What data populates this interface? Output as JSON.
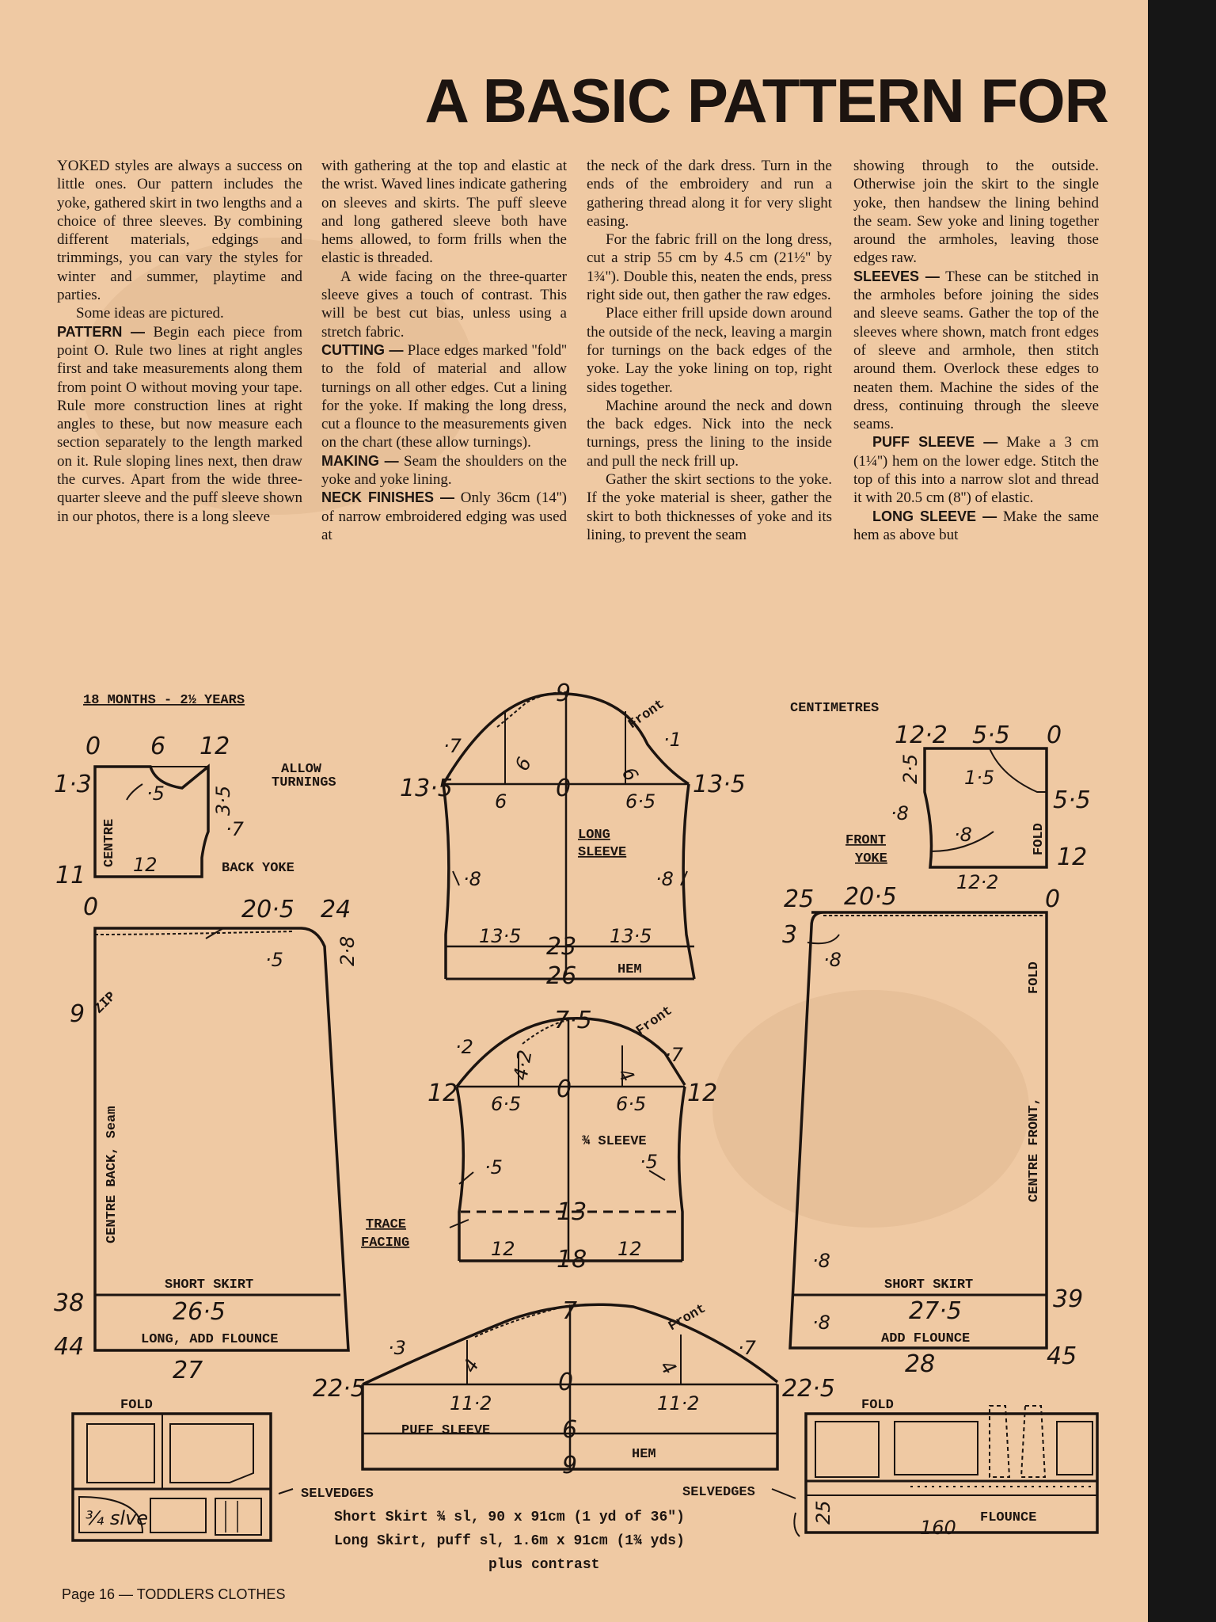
{
  "title": "A BASIC PATTERN FOR",
  "columns": {
    "c1": [
      {
        "text": "YOKED styles are always a success on little ones. Our pattern includes the yoke, gathered skirt in two lengths and a choice of three sleeves. By combining different materials, edgings and trimmings, you can vary the styles for winter and summer, playtime and parties."
      },
      {
        "text": "Some ideas are pictured.",
        "indent": true
      },
      {
        "head": "PATTERN —",
        "text": " Begin each piece from point O. Rule two lines at right angles first and take measurements along them from point O without moving your tape. Rule more construction lines at right angles to these, but now measure each section separately to the length marked on it. Rule sloping lines next, then draw the curves. Apart from the wide three-quarter sleeve and the puff sleeve shown in our photos, there is a long sleeve"
      }
    ],
    "c2": [
      {
        "text": "with gathering at the top and elastic at the wrist. Waved lines indicate gathering on sleeves and skirts. The puff sleeve and long gathered sleeve both have hems allowed, to form frills when the elastic is threaded."
      },
      {
        "text": "A wide facing on the three-quarter sleeve gives a touch of contrast. This will be best cut bias, unless using a stretch fabric.",
        "indent": true
      },
      {
        "head": "CUTTING —",
        "text": " Place edges marked ''fold'' to the fold of material and allow turnings on all other edges. Cut a lining for the yoke. If making the long dress, cut a flounce to the measurements given on the chart (these allow turnings)."
      },
      {
        "head": "MAKING —",
        "text": " Seam the shoulders on the yoke and yoke lining."
      },
      {
        "head": "NECK FINISHES —",
        "text": " Only 36cm (14'') of narrow embroidered edging was used at"
      }
    ],
    "c3": [
      {
        "text": "the neck of the dark dress. Turn in the ends of the embroidery and run a gathering thread along it for very slight easing."
      },
      {
        "text": "For the fabric frill on the long dress, cut a strip 55 cm by 4.5 cm (21½'' by 1¾''). Double this, neaten the ends, press right side out, then gather the raw edges.",
        "indent": true
      },
      {
        "text": "Place either frill upside down around the outside of the neck, leaving a margin for turnings on the back edges of the yoke. Lay the yoke lining on top, right sides together.",
        "indent": true
      },
      {
        "text": "Machine around the neck and down the back edges. Nick into the neck turnings, press the lining to the inside and pull the neck frill up.",
        "indent": true
      },
      {
        "text": "Gather the skirt sections to the yoke. If the yoke material is sheer, gather the skirt to both thicknesses of yoke and its lining, to prevent the seam",
        "indent": true
      }
    ],
    "c4": [
      {
        "text": "showing through to the outside. Otherwise join the skirt to the single yoke, then handsew the lining behind the seam. Sew yoke and lining together around the armholes, leaving those edges raw."
      },
      {
        "head": "SLEEVES —",
        "text": " These can be stitched in the armholes before joining the sides and sleeve seams. Gather the top of the sleeves where shown, match front edges of sleeve and armhole, then stitch around them. Overlock these edges to neaten them. Machine the sides of the dress, continuing through the sleeve seams."
      },
      {
        "head": "PUFF SLEEVE —",
        "text": " Make a 3 cm (1¼'') hem on the lower edge. Stitch the top of this into a narrow slot and thread it with 20.5 cm (8'') of elastic.",
        "indent": true
      },
      {
        "head": "LONG SLEEVE —",
        "text": " Make the same hem as above but",
        "indent": true
      }
    ]
  },
  "diagram": {
    "size_label": "18 MONTHS - 2½ YEARS",
    "units_label": "CENTIMETRES",
    "allow_turnings": [
      "ALLOW",
      "TURNINGS"
    ],
    "back_yoke": {
      "label": "BACK YOKE",
      "centre": "CENTRE",
      "m_0": "0",
      "m_6": "6",
      "m_12": "12",
      "m_1_3": "1·3",
      "m_5": "·5",
      "m_3_5": "3·5",
      "m_7": "·7",
      "m_11": "11",
      "m_12b": "12"
    },
    "front_yoke": {
      "label1": "FRONT",
      "label2": "YOKE",
      "fold": "FOLD",
      "m_12_2": "12·2",
      "m_5_5": "5·5",
      "m_0": "0",
      "m_2_5": "2·5",
      "m_1_5": "1·5",
      "m_5_5r": "5·5",
      "m_8": "·8",
      "m_8b": "·8",
      "m_12": "12",
      "m_12_2b": "12·2"
    },
    "long_sleeve": {
      "label1": "LONG",
      "label2": "SLEEVE",
      "hem": "HEM",
      "front": "Front",
      "m_9": "9",
      "m_7": "·7",
      "m_1": "·1",
      "m_13_5l": "13·5",
      "m_13_5r": "13·5",
      "m_6a": "6",
      "m_6b": "6",
      "m_6c": "6",
      "m_0": "0",
      "m_6_5": "6·5",
      "m_8l": "·8",
      "m_8r": "·8",
      "m_13_5bl": "13·5",
      "m_13_5br": "13·5",
      "m_23": "23",
      "m_26": "26"
    },
    "three_q_sleeve": {
      "label": "¾ SLEEVE",
      "front": "Front",
      "trace1": "TRACE",
      "trace2": "FACING",
      "m_7_5": "7·5",
      "m_2": "·2",
      "m_4_2": "4·2",
      "m_4": "4",
      "m_7": "·7",
      "m_12l": "12",
      "m_12r": "12",
      "m_6_5l": "6·5",
      "m_6_5r": "6·5",
      "m_0": "0",
      "m_5l": "·5",
      "m_5r": "·5",
      "m_13": "13",
      "m_12bl": "12",
      "m_12br": "12",
      "m_18": "18"
    },
    "back_skirt": {
      "centre": "CENTRE BACK, Seam",
      "zip": "ZIP",
      "short": "SHORT SKIRT",
      "long": "LONG,  ADD FLOUNCE",
      "m_0": "0",
      "m_20_5": "20·5",
      "m_24": "24",
      "m_2_8": "2·8",
      "m_5": "·5",
      "m_9": "9",
      "m_38": "38",
      "m_26_5": "26·5",
      "m_44": "44",
      "m_27": "27"
    },
    "front_skirt": {
      "centre": "CENTRE FRONT,",
      "fold": "FOLD",
      "short": "SHORT SKIRT",
      "flounce": "ADD FLOUNCE",
      "m_25": "25",
      "m_20_5": "20·5",
      "m_0": "0",
      "m_3": "3",
      "m_8": "·8",
      "m_8b": "·8",
      "m_8c": "·8",
      "m_39": "39",
      "m_27_5": "27·5",
      "m_28": "28",
      "m_45": "45"
    },
    "puff_sleeve": {
      "label": "PUFF SLEEVE",
      "hem": "HEM",
      "front": "Front",
      "m_7": "7",
      "m_3": "·3",
      "m_7r": "·7",
      "m_4l": "4",
      "m_4r": "4",
      "m_22_5l": "22·5",
      "m_22_5r": "22·5",
      "m_0": "0",
      "m_11_2l": "11·2",
      "m_11_2r": "11·2",
      "m_6": "6",
      "m_9": "9"
    },
    "layout_left": {
      "fold": "FOLD",
      "selvedges": "SELVEDGES",
      "sleeve": "¾ slve"
    },
    "layout_right": {
      "fold": "FOLD",
      "selvedges": "SELVEDGES",
      "flounce": "FLOUNCE",
      "m_25": "25",
      "m_160": "160"
    },
    "fabric_req": [
      "Short Skirt ¾ sl, 90 x 91cm  (1 yd of 36\")",
      "Long Skirt, puff sl, 1.6m x 91cm (1¾ yds)",
      "plus contrast"
    ]
  },
  "footer": "Page 16 — TODDLERS CLOTHES"
}
